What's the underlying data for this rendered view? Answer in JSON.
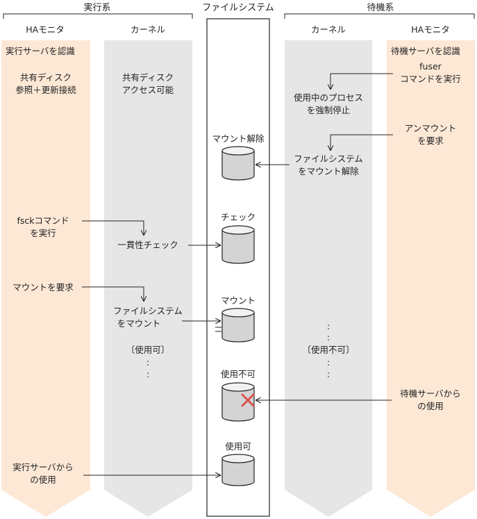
{
  "headers": {
    "active_system": "実行系",
    "file_system": "ファイルシステム",
    "standby_system": "待機系"
  },
  "lanes": {
    "active_ha_monitor": "HAモニタ",
    "active_kernel": "カーネル",
    "standby_kernel": "カーネル",
    "standby_ha_monitor": "HAモニタ"
  },
  "active_ha": {
    "recognize": "実行サーバを認識",
    "shared_disk": [
      "共有ディスク",
      "参照＋更新接続"
    ],
    "fsck": [
      "fsckコマンド",
      "を実行"
    ],
    "request_mount": "マウントを要求",
    "usage": [
      "実行サーバから",
      "の使用"
    ]
  },
  "active_kernel": {
    "access": [
      "共有ディスク",
      "アクセス可能"
    ],
    "check": "一貫性チェック",
    "mount": [
      "ファイルシステム",
      "をマウント"
    ],
    "status": "〔使用可〕",
    "dots": ":"
  },
  "file_system": {
    "unmount": "マウント解除",
    "check": "チェック",
    "mount": "マウント",
    "unusable": "使用不可",
    "usable": "使用可"
  },
  "standby_kernel": {
    "stop": [
      "使用中のプロセス",
      "を強制停止"
    ],
    "unmount": [
      "ファイルシステム",
      "をマウント解除"
    ],
    "status": "〔使用不可〕",
    "dots": ":"
  },
  "standby_ha": {
    "recognize": "待機サーバを認識",
    "fuser": [
      "fuser",
      "コマンドを実行"
    ],
    "unmount_req": [
      "アンマウント",
      "を要求"
    ],
    "usage": [
      "待機サーバから",
      "の使用"
    ]
  },
  "colors": {
    "ha_fill": "#fde8d6",
    "kernel_fill": "#e6e6e6",
    "error_mark": "#d9534f"
  }
}
